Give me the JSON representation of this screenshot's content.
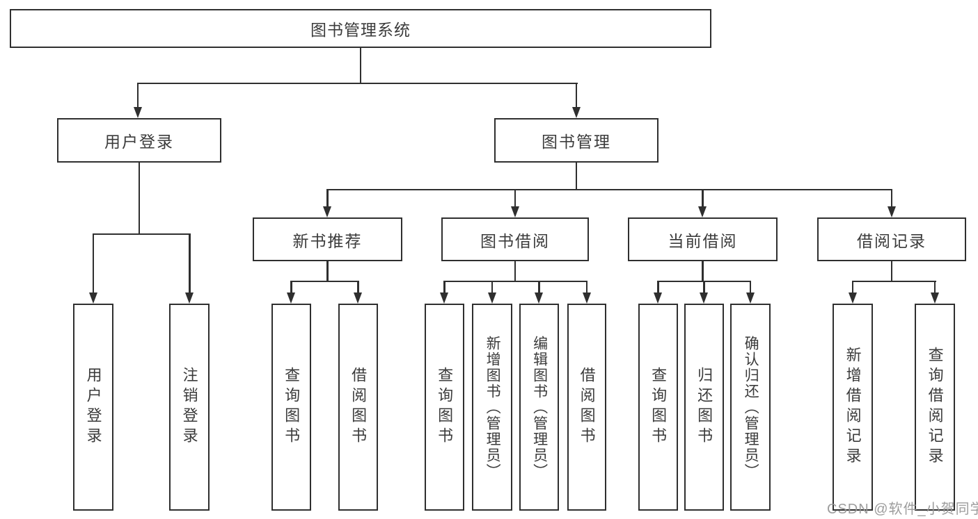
{
  "colors": {
    "background": "#ffffff",
    "line": "#2f2f2f",
    "box_border": "#2f2f2f",
    "text": "#3b3b3b",
    "watermark": "#989898"
  },
  "watermark": "CSDN @软件_小贺同学",
  "nodes": {
    "root": {
      "label": "图书管理系统"
    },
    "user_login": {
      "label": "用户登录"
    },
    "book_management": {
      "label": "图书管理"
    },
    "new_book_recommend": {
      "label": "新书推荐"
    },
    "book_borrowing": {
      "label": "图书借阅"
    },
    "current_borrowing": {
      "label": "当前借阅"
    },
    "borrowing_records": {
      "label": "借阅记录"
    },
    "leaf_user_login": {
      "label": "用户登录"
    },
    "leaf_logout": {
      "label": "注销登录"
    },
    "leaf_query_books_recommend": {
      "label": "查询图书"
    },
    "leaf_borrow_books_recommend": {
      "label": "借阅图书"
    },
    "leaf_query_books_borrowing": {
      "label": "查询图书"
    },
    "leaf_add_books_admin": {
      "label": "新增图书（管理员）"
    },
    "leaf_edit_books_admin": {
      "label": "编辑图书（管理员）"
    },
    "leaf_borrow_books_borrowing": {
      "label": "借阅图书"
    },
    "leaf_query_books_current": {
      "label": "查询图书"
    },
    "leaf_return_books": {
      "label": "归还图书"
    },
    "leaf_confirm_return_admin": {
      "label": "确认归还（管理员）"
    },
    "leaf_add_borrow_record": {
      "label": "新增借阅记录"
    },
    "leaf_query_borrow_record": {
      "label": "查询借阅记录"
    }
  },
  "hierarchy": {
    "图书管理系统": [
      "用户登录",
      "图书管理"
    ],
    "用户登录": [
      "用户登录",
      "注销登录"
    ],
    "图书管理": [
      "新书推荐",
      "图书借阅",
      "当前借阅",
      "借阅记录"
    ],
    "新书推荐": [
      "查询图书",
      "借阅图书"
    ],
    "图书借阅": [
      "查询图书",
      "新增图书（管理员）",
      "编辑图书（管理员）",
      "借阅图书"
    ],
    "当前借阅": [
      "查询图书",
      "归还图书",
      "确认归还（管理员）"
    ],
    "借阅记录": [
      "新增借阅记录",
      "查询借阅记录"
    ]
  }
}
